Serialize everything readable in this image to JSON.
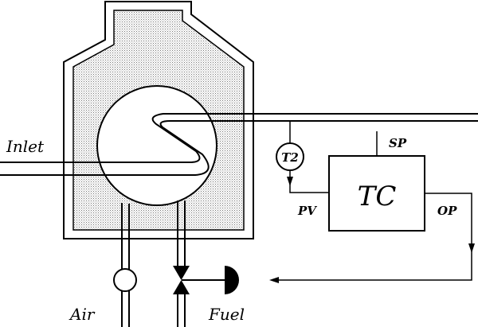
{
  "labels": {
    "inlet": "Inlet",
    "air": "Air",
    "fuel": "Fuel",
    "controller": "TC",
    "setpoint": "SP",
    "process_variable": "PV",
    "output": "OP",
    "temperature_transmitter": "T2"
  },
  "colors": {
    "line": "#000000",
    "furnace_fill": "#d9d9d9",
    "background": "#ffffff"
  },
  "icons": {
    "furnace": "furnace-icon",
    "burner": "burner-circle-icon",
    "valve": "control-valve-icon",
    "actuator": "valve-actuator-icon",
    "air_blower": "air-blower-icon",
    "transmitter": "temperature-transmitter-icon"
  }
}
